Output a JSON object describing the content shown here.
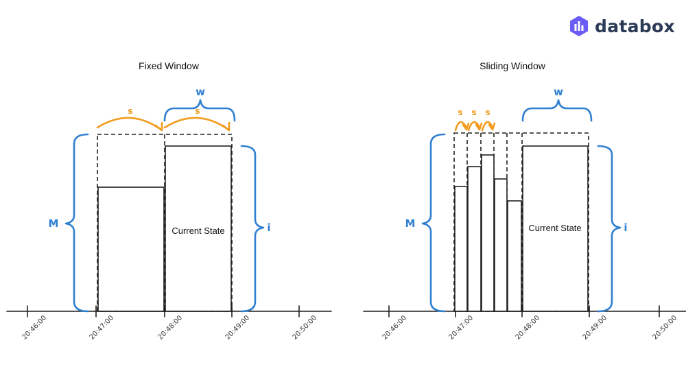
{
  "brand": {
    "name": "databox",
    "icon": "databox-logo-icon",
    "color": "#2b3a55",
    "icon_color": "#6b5cf5"
  },
  "colors": {
    "ink": "#1f1f1f",
    "window_brace": "#2f7fd1",
    "step_arrow": "#f29b1d"
  },
  "panels": [
    {
      "title": "Fixed Window",
      "state_label": "Current State",
      "ticks": [
        "20:46:00",
        "20:47:00",
        "20:48:00",
        "20:49:00",
        "20:50:00"
      ],
      "labels": {
        "window": "w",
        "step": "s",
        "max": "M",
        "current": "i"
      }
    },
    {
      "title": "Sliding Window",
      "state_label": "Current State",
      "ticks": [
        "20:46:00",
        "20:47:00",
        "20:48:00",
        "20:49:00",
        "20:50:00"
      ],
      "labels": {
        "window": "w",
        "step": "s",
        "max": "M",
        "current": "i"
      }
    }
  ]
}
